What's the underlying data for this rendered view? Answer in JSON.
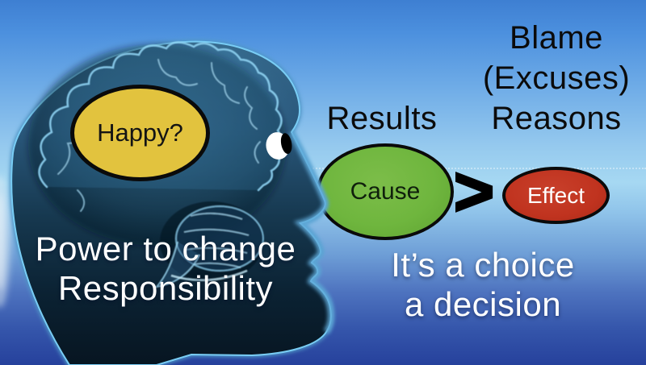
{
  "head_section": {
    "thought_bubble_label": "Happy?",
    "caption_lines": [
      "Power to change",
      "Responsibility"
    ]
  },
  "results_label": "Results",
  "blame_lines": [
    "Blame",
    "(Excuses)",
    "Reasons"
  ],
  "cause_label": "Cause",
  "comparison_symbol": ">",
  "effect_label": "Effect",
  "choice_lines": [
    "It’s a choice",
    "a decision"
  ],
  "colors": {
    "background_top": "#3E7FD2",
    "background_light_band": "#A6D8F2",
    "background_bottom": "#26419C",
    "happy_fill": "#E2C33E",
    "cause_fill": "#6FB63E",
    "effect_fill": "#C0331F",
    "effect_text": "#FFFFFF",
    "black_text": "#0B0B0B",
    "white_text": "#FFFFFF",
    "head_fill_top": "#30648A",
    "head_fill_bottom": "#081520",
    "head_outline": "#79CDF5",
    "brain_stroke": "#8ED2F2"
  },
  "icons": {
    "head": "head-profile-silhouette",
    "brain": "xray-brain",
    "eye": "eye"
  }
}
